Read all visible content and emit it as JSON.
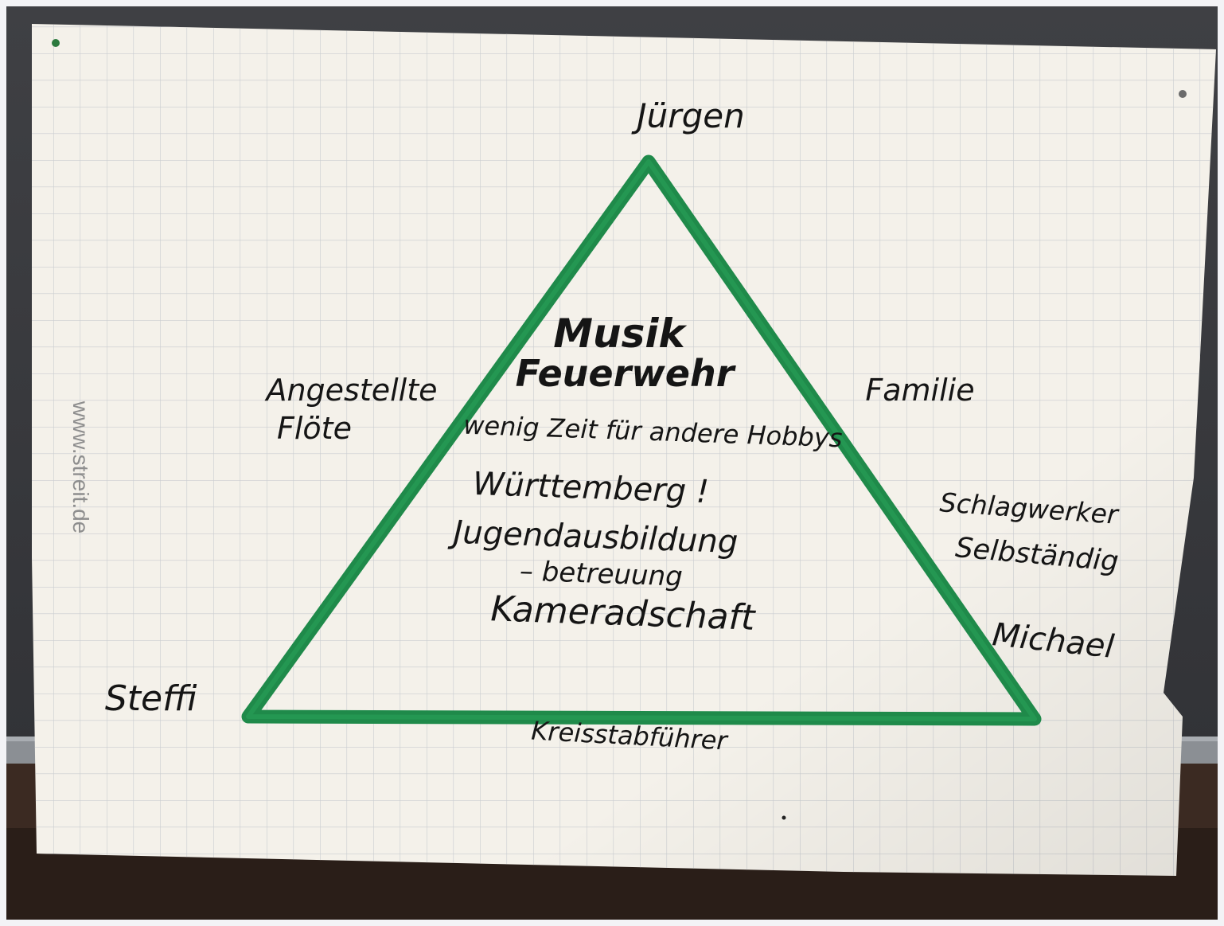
{
  "colors": {
    "border": "#f3f3f6",
    "wall": "#3a3a3e",
    "board_rail": "#8b8f94",
    "desk": "#3b2a22",
    "paper": "#f4f1ea",
    "grid": "#c9ccd0",
    "marker_green": "#1f8a4a",
    "ink": "#151515"
  },
  "corners": {
    "top": "Jürgen",
    "bottom_left": "Steffi",
    "bottom_right": "Michael"
  },
  "base_label": "Kreisstabführer",
  "left_side": {
    "line1": "Angestellte",
    "line2": "Flöte"
  },
  "right_side": {
    "upper": "Familie",
    "lower_line1": "Schlagwerker",
    "lower_line2": "Selbständig"
  },
  "center": {
    "line1": "Musik",
    "line2": "Feuerwehr",
    "line3": "wenig Zeit für andere Hobbys",
    "line4": "Württemberg !",
    "line5": "Jugendausbildung",
    "line6": "– betreuung",
    "line7": "Kameradschaft"
  },
  "watermark": "www.streit.de"
}
